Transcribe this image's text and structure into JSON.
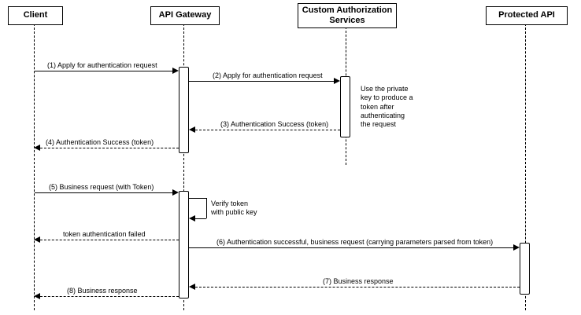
{
  "diagram": {
    "participants": {
      "client": "Client",
      "gateway": "API Gateway",
      "custom_auth": "Custom Authorization\nServices",
      "protected_api": "Protected API"
    },
    "messages": {
      "m1": "(1) Apply for authentication request",
      "m2": "(2) Apply for authentication request",
      "m3": "(3) Authentication Success (token)",
      "m4": "(4) Authentication Success (token)",
      "m5": "(5) Business request (with Token)",
      "self_loop": "Verify token\nwith public key",
      "failed": "token authentication failed",
      "m6": "(6) Authentication successful, business request (carrying parameters parsed from token)",
      "m7": "(7) Business response",
      "m8": "(8) Business response"
    },
    "note": "Use the private\nkey to produce a\ntoken after\nauthenticating\nthe request"
  }
}
